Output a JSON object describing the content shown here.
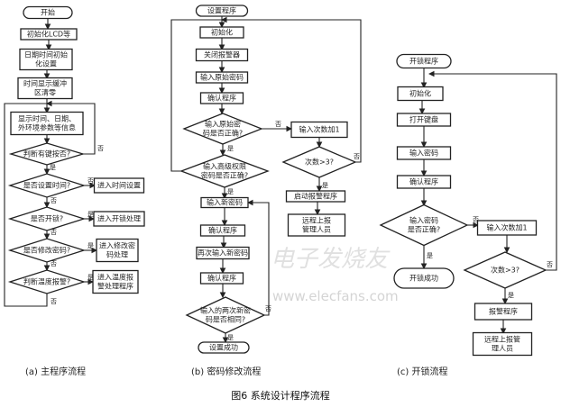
{
  "a": {
    "caption": "(a) 主程序流程",
    "nodes": [
      [
        "开始"
      ],
      [
        "初始化LCD等"
      ],
      [
        "日期时间初始",
        "化设置"
      ],
      [
        "时间显示缓冲",
        "区清零"
      ],
      [
        "显示时间、日期、",
        "外环境参数等信息"
      ],
      [
        "判断有键按否?"
      ],
      [
        "是否设置时间?"
      ],
      [
        "进入时间设置"
      ],
      [
        "是否开锁?"
      ],
      [
        "进入开锁处理"
      ],
      [
        "是否修改密码?"
      ],
      [
        "进入修改密",
        "码处理"
      ],
      [
        "判断温度报警?"
      ],
      [
        "进入温度报",
        "警处理程序"
      ]
    ]
  },
  "b": {
    "caption": "(b) 密码修改流程",
    "nodes": [
      [
        "设置程序"
      ],
      [
        "初始化"
      ],
      [
        "关闭报警器"
      ],
      [
        "输入原始密码"
      ],
      [
        "确认程序"
      ],
      [
        "输入原始密",
        "码是否正确?"
      ],
      [
        "输入次数加1"
      ],
      [
        "次数>3?"
      ],
      [
        "启动报警程序"
      ],
      [
        "远程上报",
        "管理人员"
      ],
      [
        "输入高级权限",
        "密码是否正确?"
      ],
      [
        "输入新密码"
      ],
      [
        "确认程序"
      ],
      [
        "再次输入新密码"
      ],
      [
        "确认程序"
      ],
      [
        "输入的两次新密",
        "码是否相同?"
      ],
      [
        "设置成功"
      ]
    ]
  },
  "c": {
    "caption": "(c) 开锁流程",
    "nodes": [
      [
        "开锁程序"
      ],
      [
        "初始化"
      ],
      [
        "打开键盘"
      ],
      [
        "输入密码"
      ],
      [
        "确认程序"
      ],
      [
        "输入密码",
        "是否正确?"
      ],
      [
        "输入次数加1"
      ],
      [
        "次数>3?"
      ],
      [
        "报警程序"
      ],
      [
        "远程上报管",
        "理人员"
      ],
      [
        "开锁成功"
      ]
    ]
  },
  "yes": "是",
  "no": "否",
  "figure_caption": "图6   系统设计程序流程",
  "watermark": {
    "cn": "电子发烧友",
    "url": "www.elecfans.com"
  }
}
